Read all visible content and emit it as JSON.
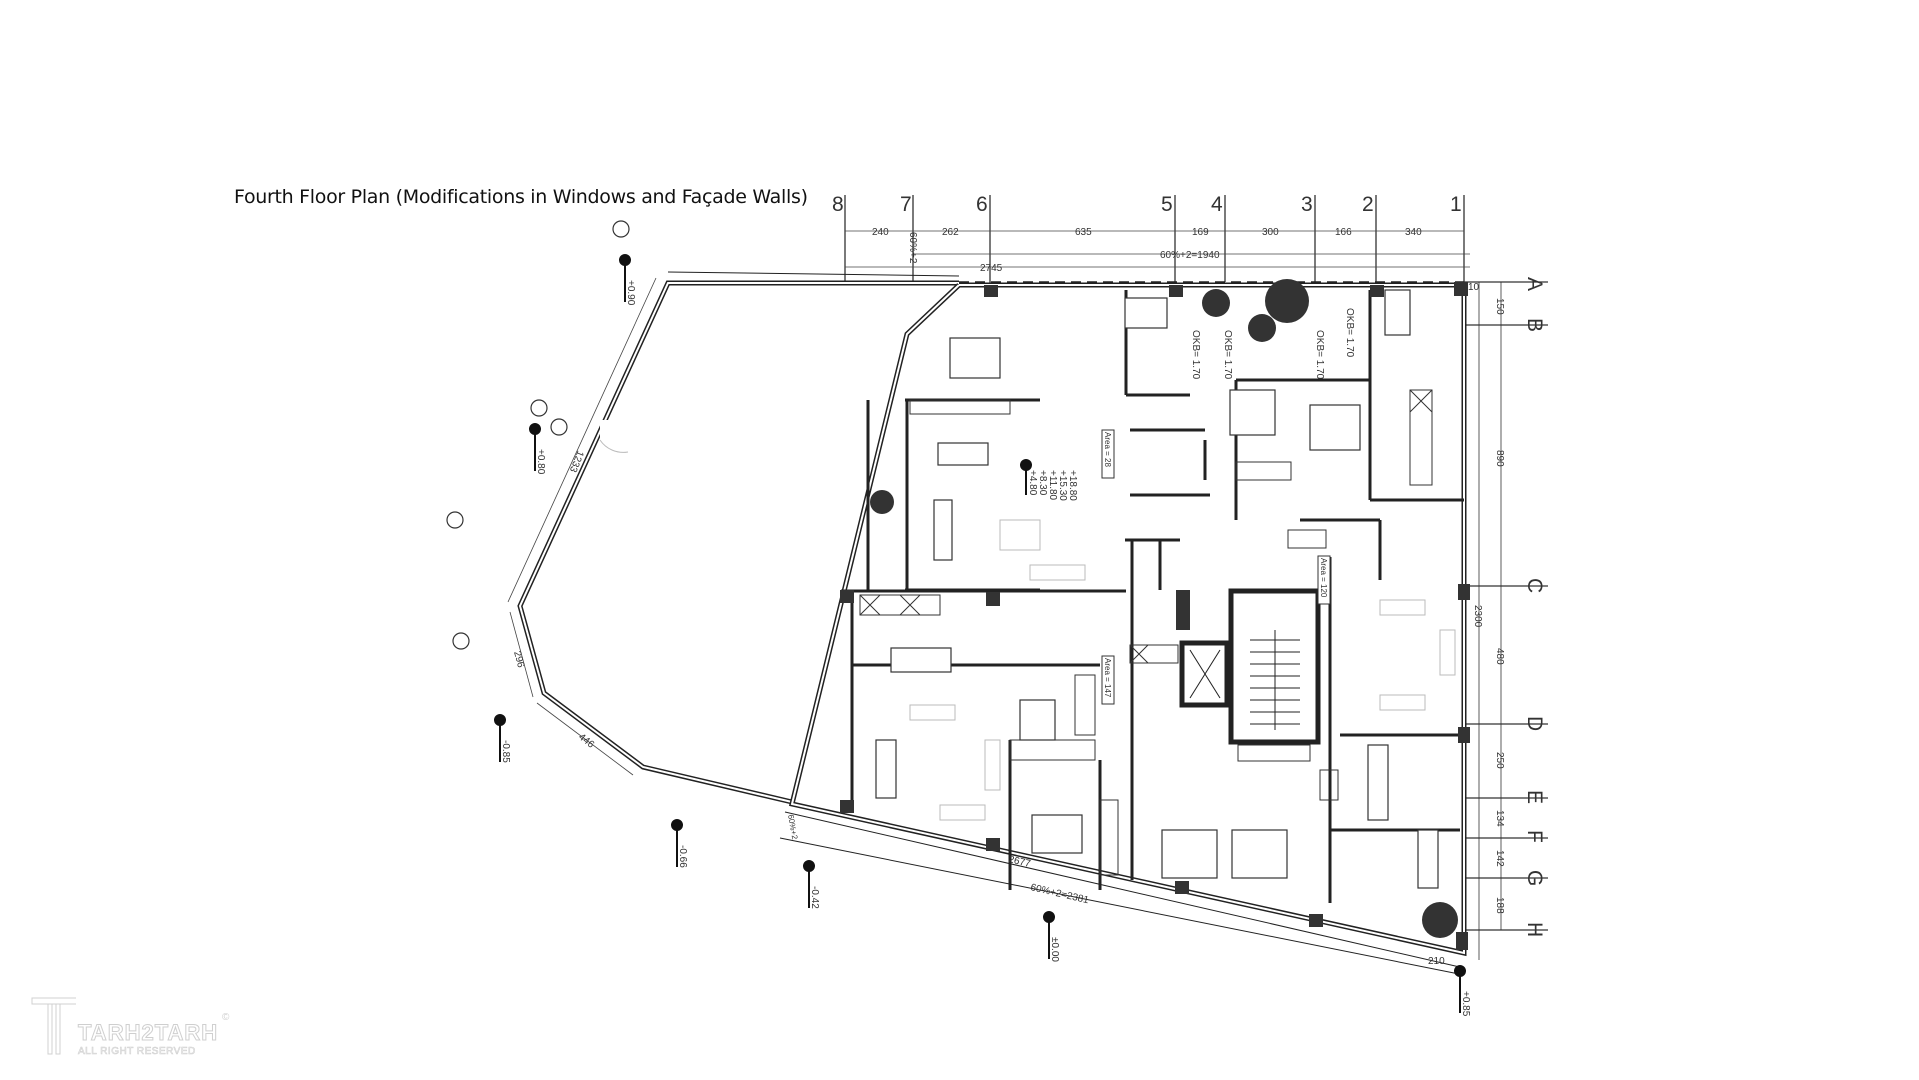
{
  "title": "Fourth Floor Plan (Modifications in Windows and Façade Walls)",
  "grid_columns": [
    "8",
    "7",
    "6",
    "5",
    "4",
    "3",
    "2",
    "1"
  ],
  "grid_rows": [
    "A",
    "B",
    "C",
    "D",
    "E",
    "F",
    "G",
    "H"
  ],
  "top_dimensions": [
    "240",
    "262",
    "635",
    "169",
    "300",
    "166",
    "340"
  ],
  "top_overall": {
    "facade": "60%+2=1940",
    "total": "2745",
    "small": "60%+2",
    "offset": "10"
  },
  "right_dimensions": [
    "150",
    "890",
    "480",
    "250",
    "134",
    "142",
    "188"
  ],
  "right_overall": "2300",
  "terrace_dimensions": [
    "1233",
    "296",
    "446"
  ],
  "bottom_dimensions": {
    "wall": "2677",
    "facade": "60%+2=2381",
    "corner": "210",
    "small": "60%+2"
  },
  "elevations": [
    "+0.90",
    "+0.80",
    "-0.85",
    "-0.66",
    "-0.42",
    "±0.00",
    "+0.85"
  ],
  "floor_levels": [
    "+18.80",
    "+15.30",
    "+11.80",
    "+8.30",
    "+4.80"
  ],
  "window_sills": [
    "OKB= 1.70",
    "OKB= 1.70",
    "OKB= 1.70",
    "OKB= 1.70"
  ],
  "areas": [
    "Area = 28",
    "Area = 120",
    "Area = 147"
  ],
  "watermark": {
    "brand": "TARH2TARH",
    "copyright": "©",
    "rights": "ALL RIGHT RESERVED"
  },
  "colors": {
    "line": "#222222",
    "column": "#333333",
    "watermark": "#cfcfcf"
  }
}
